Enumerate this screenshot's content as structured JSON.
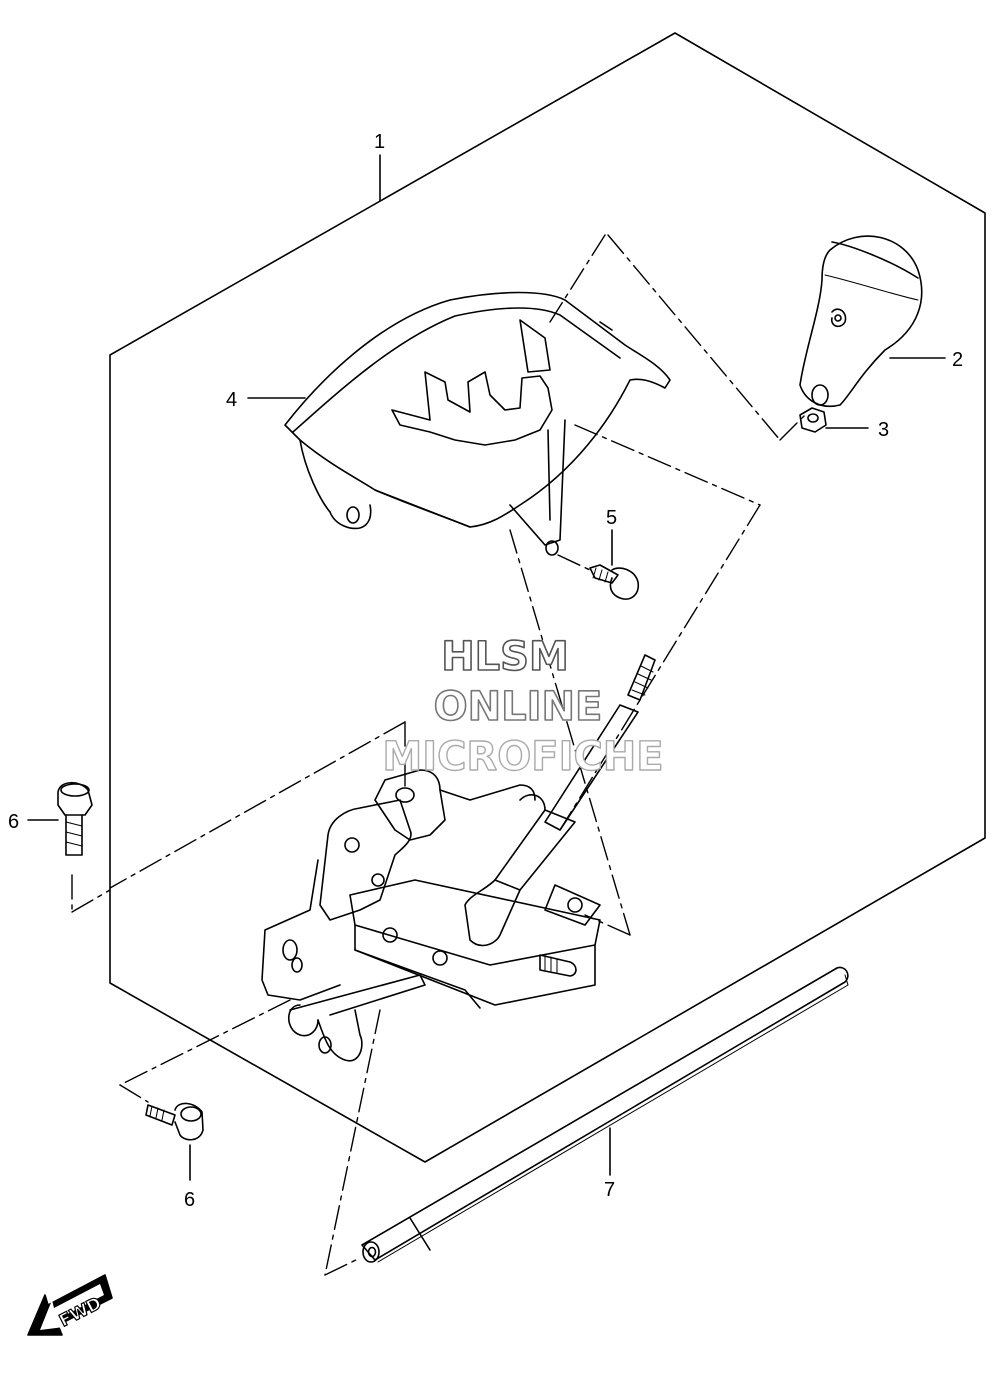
{
  "callouts": {
    "c1": "1",
    "c2": "2",
    "c3": "3",
    "c4": "4",
    "c5": "5",
    "c6a": "6",
    "c6b": "6",
    "c7": "7"
  },
  "watermark": {
    "line1": "HLSM",
    "line2": "ONLINE",
    "line3": "MICROFICHE"
  },
  "fwd_label": "FWD",
  "colors": {
    "line": "#000000",
    "background": "#ffffff",
    "watermark_stroke": "#666666"
  }
}
